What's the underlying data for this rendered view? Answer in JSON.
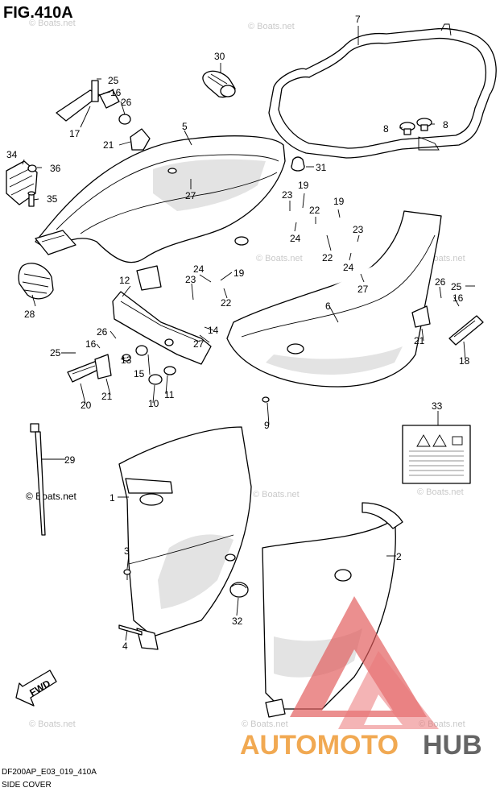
{
  "figure": {
    "title": "FIG.410A",
    "code": "DF200AP_E03_019_410A",
    "name": "SIDE COVER"
  },
  "watermark": {
    "text": "© Boats.net",
    "color": "#c9c9c9"
  },
  "logo": {
    "text_left": "AUTOMOTO",
    "text_right": "HUB",
    "color_orange": "#f0a040",
    "color_red": "#d9262c"
  },
  "fwd_label": "FWD",
  "callouts": [
    "1",
    "2",
    "3",
    "4",
    "5",
    "6",
    "7",
    "8",
    "8",
    "9",
    "10",
    "11",
    "12",
    "13",
    "14",
    "15",
    "16",
    "16",
    "17",
    "18",
    "19",
    "19",
    "19",
    "20",
    "21",
    "21",
    "21",
    "21",
    "22",
    "22",
    "22",
    "23",
    "23",
    "23",
    "24",
    "24",
    "24",
    "25",
    "25",
    "25",
    "26",
    "26",
    "26",
    "27",
    "27",
    "27",
    "27",
    "28",
    "29",
    "30",
    "31",
    "32",
    "33",
    "34",
    "35",
    "36"
  ]
}
